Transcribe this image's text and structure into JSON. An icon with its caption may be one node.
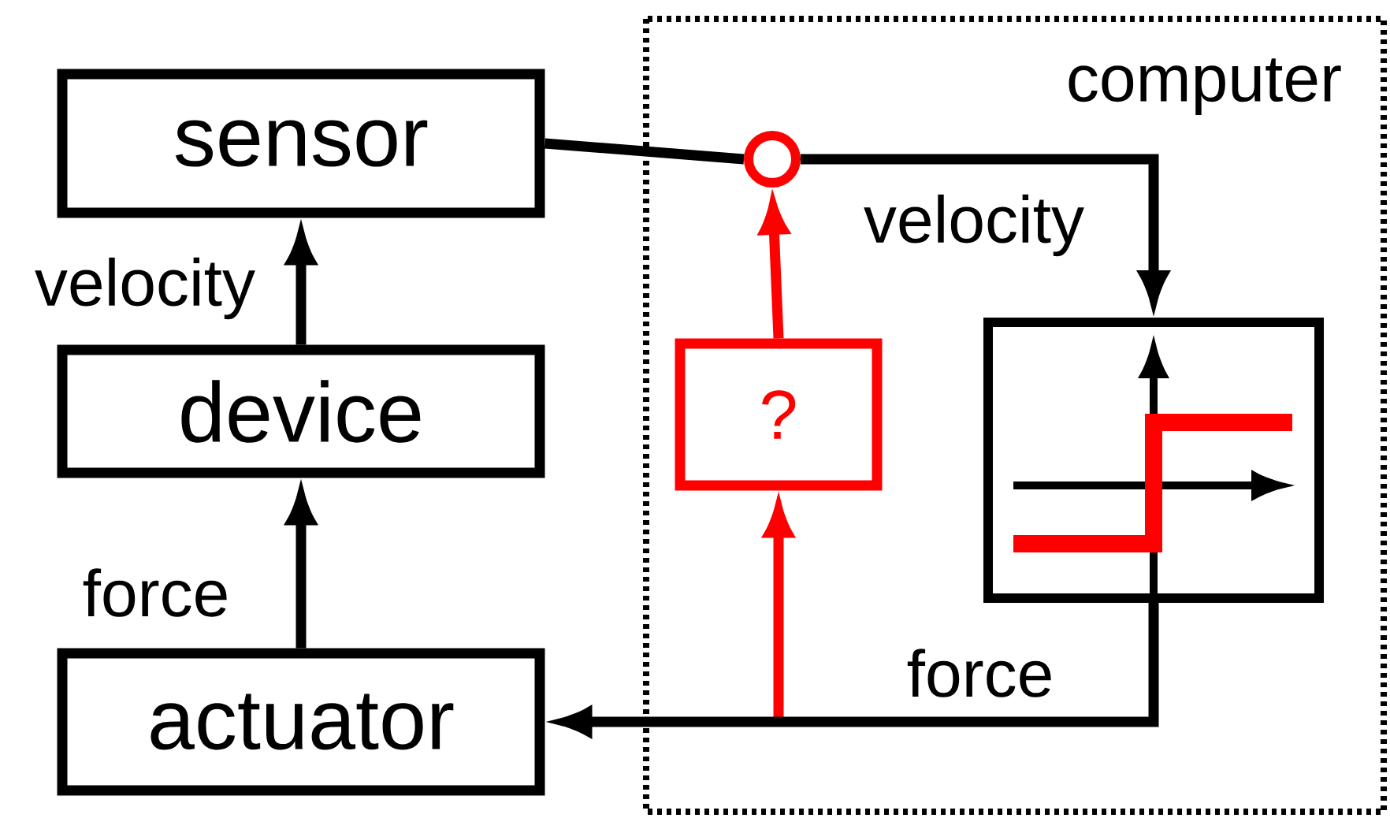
{
  "diagram": {
    "nodes": [
      {
        "text": [
          "computer"
        ]
      },
      {
        "text": [
          "sensor"
        ]
      },
      {
        "text": [
          "device"
        ]
      },
      {
        "text": [
          "actuator"
        ]
      },
      {
        "text": [],
        "shape": "circle",
        "in": 0
      },
      {
        "text": [
          "?"
        ],
        "in": 0
      },
      {
        "text": [],
        "shape": "box",
        "in": 0
      }
    ],
    "edges": [
      {
        "from": 1,
        "to": 4,
        "arrow": "none"
      },
      {
        "from": 4,
        "to": 6,
        "arrow": "to",
        "label": "velocity"
      },
      {
        "from": 5,
        "to": 4,
        "arrow": "to",
        "color": "#ff0000"
      },
      {
        "from": null,
        "to": 5,
        "arrow": "to",
        "color": "#ff0000"
      },
      {
        "from": 6,
        "to": 3,
        "arrow": "to",
        "label": "force"
      },
      {
        "from": 2,
        "to": 1,
        "arrow": "to",
        "label": "velocity"
      },
      {
        "from": 3,
        "to": 2,
        "arrow": "to",
        "label": "force"
      }
    ]
  }
}
